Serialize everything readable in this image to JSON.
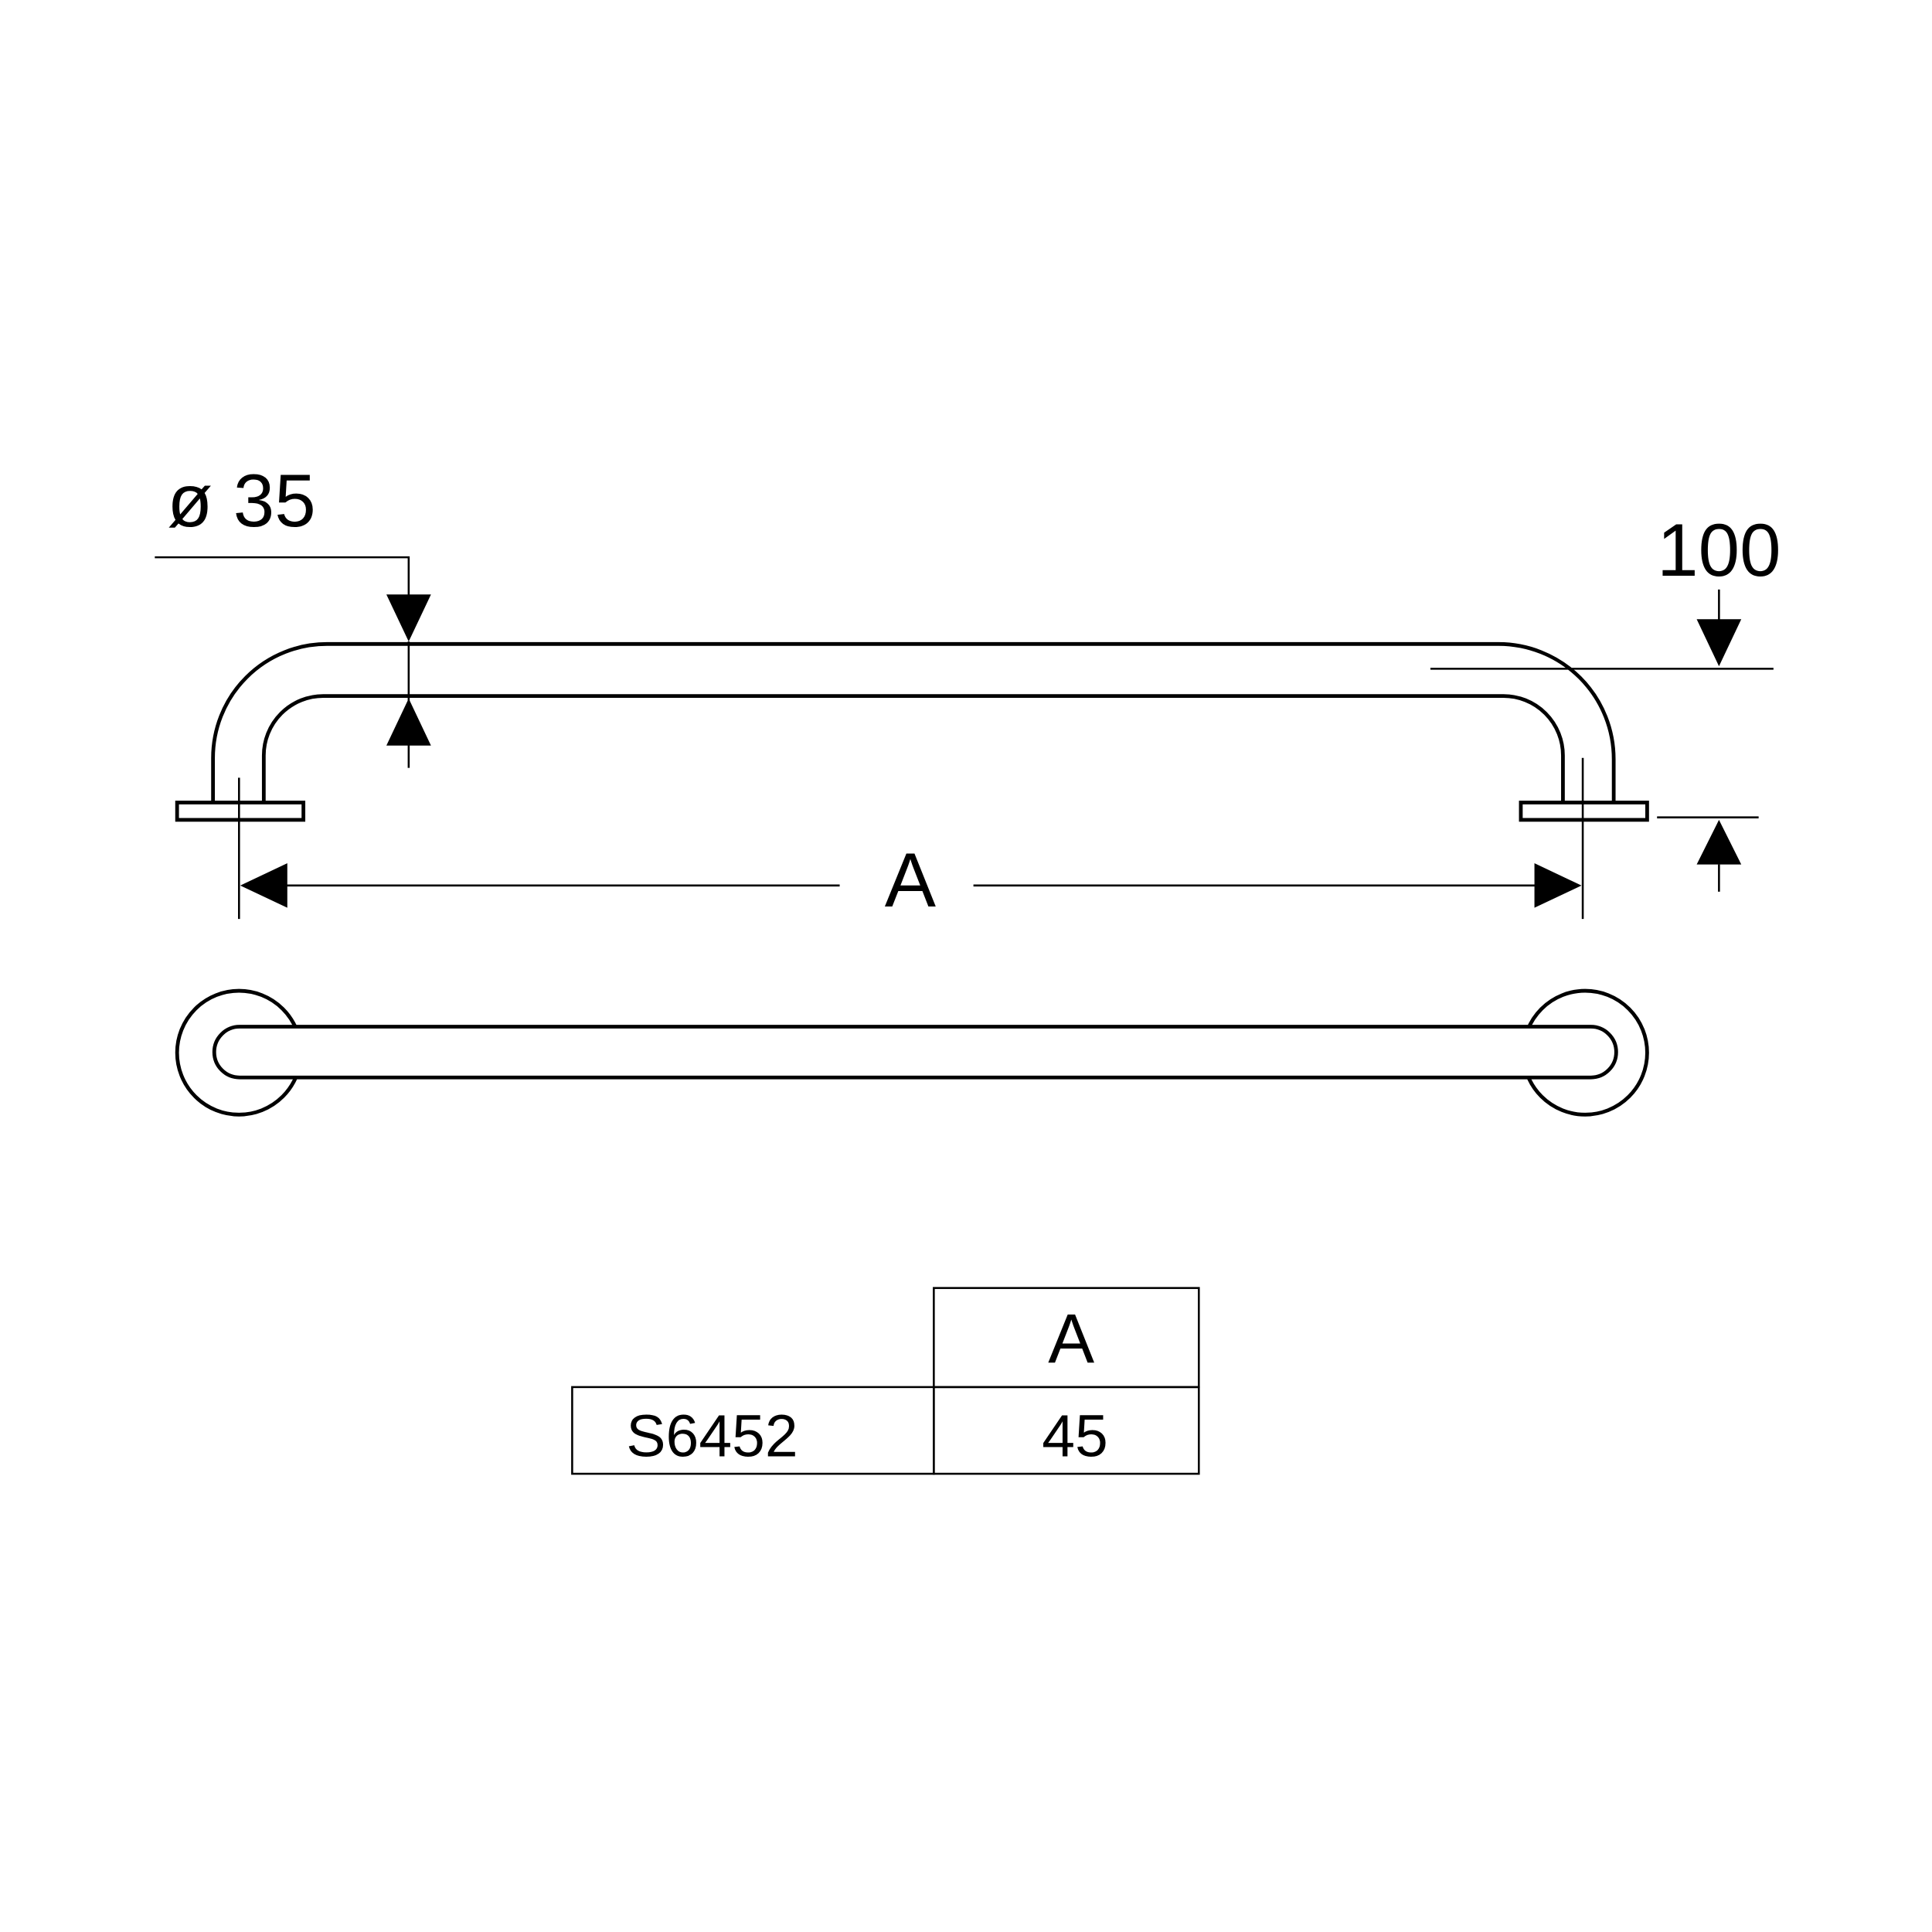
{
  "dimensions": {
    "diameter_label": "ø 35",
    "offset_label": "100",
    "length_label": "A"
  },
  "table": {
    "header": [
      "",
      "A"
    ],
    "rows": [
      [
        "S6452",
        "45"
      ]
    ]
  },
  "colors": {
    "line": "#000000",
    "background": "#ffffff"
  }
}
